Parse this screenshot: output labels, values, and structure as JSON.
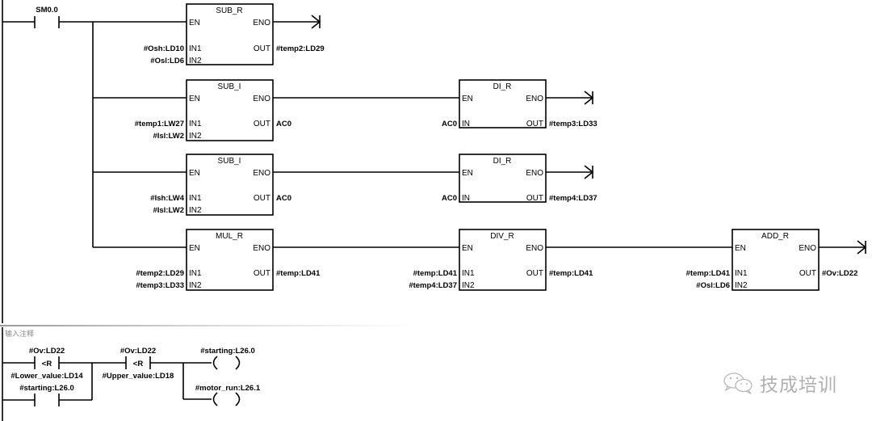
{
  "network1": {
    "contact": {
      "address": "SM0.0"
    },
    "blocks": [
      {
        "name": "SUB_R",
        "en": "EN",
        "eno": "ENO",
        "inputs": [
          {
            "pin": "IN1",
            "operand": "#Osh:LD10"
          },
          {
            "pin": "IN2",
            "operand": "#Osl:LD6"
          }
        ],
        "output": {
          "pin": "OUT",
          "operand": "#temp2:LD29"
        }
      },
      {
        "name": "SUB_I",
        "en": "EN",
        "eno": "ENO",
        "inputs": [
          {
            "pin": "IN1",
            "operand": "#temp1:LW27"
          },
          {
            "pin": "IN2",
            "operand": "#Isl:LW2"
          }
        ],
        "output": {
          "pin": "OUT",
          "operand": "AC0"
        }
      },
      {
        "name": "DI_R",
        "en": "EN",
        "eno": "ENO",
        "inputs": [
          {
            "pin": "IN",
            "operand": "AC0"
          }
        ],
        "output": {
          "pin": "OUT",
          "operand": "#temp3:LD33"
        }
      },
      {
        "name": "SUB_I",
        "en": "EN",
        "eno": "ENO",
        "inputs": [
          {
            "pin": "IN1",
            "operand": "#Ish:LW4"
          },
          {
            "pin": "IN2",
            "operand": "#Isl:LW2"
          }
        ],
        "output": {
          "pin": "OUT",
          "operand": "AC0"
        }
      },
      {
        "name": "DI_R",
        "en": "EN",
        "eno": "ENO",
        "inputs": [
          {
            "pin": "IN",
            "operand": "AC0"
          }
        ],
        "output": {
          "pin": "OUT",
          "operand": "#temp4:LD37"
        }
      },
      {
        "name": "MUL_R",
        "en": "EN",
        "eno": "ENO",
        "inputs": [
          {
            "pin": "IN1",
            "operand": "#temp2:LD29"
          },
          {
            "pin": "IN2",
            "operand": "#temp3:LD33"
          }
        ],
        "output": {
          "pin": "OUT",
          "operand": "#temp:LD41"
        }
      },
      {
        "name": "DIV_R",
        "en": "EN",
        "eno": "ENO",
        "inputs": [
          {
            "pin": "IN1",
            "operand": "#temp:LD41"
          },
          {
            "pin": "IN2",
            "operand": "#temp4:LD37"
          }
        ],
        "output": {
          "pin": "OUT",
          "operand": "#temp:LD41"
        }
      },
      {
        "name": "ADD_R",
        "en": "EN",
        "eno": "ENO",
        "inputs": [
          {
            "pin": "IN1",
            "operand": "#temp:LD41"
          },
          {
            "pin": "IN2",
            "operand": "#Osl:LD6"
          }
        ],
        "output": {
          "pin": "OUT",
          "operand": "#Ov:LD22"
        }
      }
    ]
  },
  "network2": {
    "comment": "输入注释",
    "compare1": {
      "top": "#Ov:LD22",
      "op": "<R",
      "bottom": "#Lower_value:LD14"
    },
    "parallel_contact": {
      "address": "#starting:L26.0"
    },
    "compare2": {
      "top": "#Ov:LD22",
      "op": "<R",
      "bottom": "#Upper_value:LD18"
    },
    "coils": [
      {
        "address": "#starting:L26.0"
      },
      {
        "address": "#motor_run:L26.1"
      }
    ]
  },
  "watermark": {
    "text": "技成培训",
    "icon": "wechat-icon"
  }
}
